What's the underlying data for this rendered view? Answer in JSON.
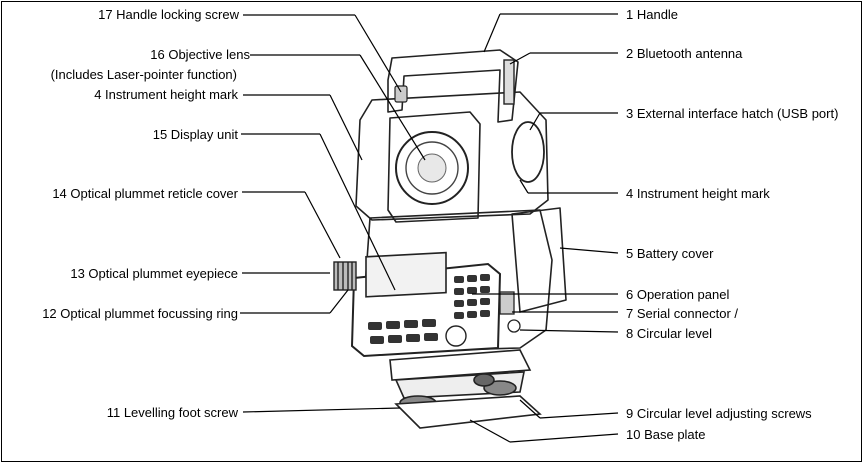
{
  "figure": {
    "left_labels": [
      {
        "id": "17",
        "text": "17 Handle locking screw"
      },
      {
        "id": "16",
        "text": "16 Objective lens"
      },
      {
        "id": "16b",
        "text": "(Includes Laser-pointer function)"
      },
      {
        "id": "4L",
        "text": "4 Instrument height mark"
      },
      {
        "id": "15",
        "text": "15 Display unit"
      },
      {
        "id": "14",
        "text": "14 Optical plummet reticle cover"
      },
      {
        "id": "13",
        "text": "13 Optical plummet eyepiece"
      },
      {
        "id": "12",
        "text": "12 Optical plummet focussing ring"
      },
      {
        "id": "11",
        "text": "11 Levelling foot screw"
      }
    ],
    "right_labels": [
      {
        "id": "1",
        "text": "1 Handle"
      },
      {
        "id": "2",
        "text": "2 Bluetooth antenna"
      },
      {
        "id": "3",
        "text": "3 External interface hatch (USB port)"
      },
      {
        "id": "4R",
        "text": "4 Instrument height mark"
      },
      {
        "id": "5",
        "text": "5 Battery cover"
      },
      {
        "id": "6",
        "text": "6 Operation panel"
      },
      {
        "id": "7",
        "text": "7 Serial connector /"
      },
      {
        "id": "8",
        "text": "8 Circular level"
      },
      {
        "id": "9",
        "text": "9 Circular level adjusting screws"
      },
      {
        "id": "10",
        "text": "10 Base plate"
      }
    ]
  }
}
